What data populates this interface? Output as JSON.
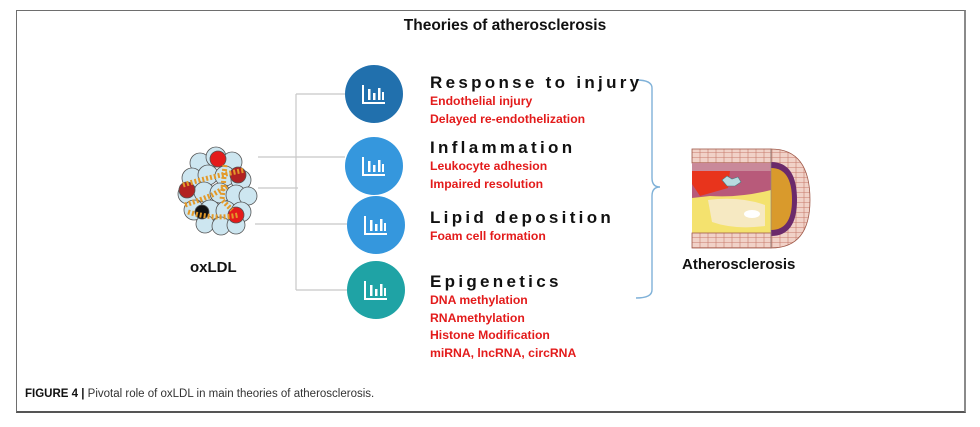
{
  "figure": {
    "title": "Theories of atherosclerosis",
    "source_label": "oxLDL",
    "outcome_label": "Atherosclerosis",
    "caption": {
      "label": "FIGURE 4 |",
      "text": " Pivotal role of oxLDL in main theories of atherosclerosis."
    },
    "colors": {
      "item_text": "#e31b1b",
      "connector": "#c8c8c8",
      "brace": "#7fb1d8"
    },
    "theories": [
      {
        "name": "Response to injury",
        "icon": "bar-chart-icon",
        "color": "#2170ad",
        "items": [
          "Endothelial injury",
          "Delayed re-endothelization"
        ]
      },
      {
        "name": "Inflammation",
        "icon": "bar-chart-icon",
        "color": "#3597dd",
        "items": [
          "Leukocyte adhesion",
          "Impaired resolution"
        ]
      },
      {
        "name": "Lipid deposition",
        "icon": "bar-chart-icon",
        "color": "#3597dd",
        "items": [
          "Foam cell formation"
        ]
      },
      {
        "name": "Epigenetics",
        "icon": "bar-chart-icon",
        "color": "#1fa3a5",
        "items": [
          "DNA methylation",
          "RNAmethylation",
          "Histone Modification",
          "miRNA, lncRNA, circRNA"
        ]
      }
    ]
  }
}
